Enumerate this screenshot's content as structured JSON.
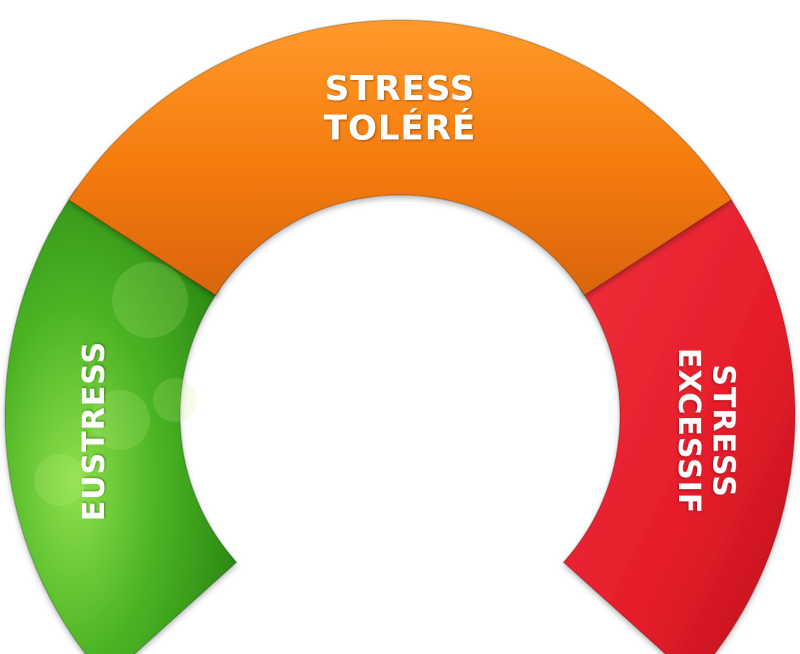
{
  "gauge": {
    "segments": [
      {
        "id": "green",
        "lines": [
          "EUSTRESS"
        ],
        "color": "#3fae1c"
      },
      {
        "id": "orange",
        "lines": [
          "STRESS",
          "TOLÉRÉ"
        ],
        "color": "#f47a0c"
      },
      {
        "id": "red",
        "lines": [
          "STRESS",
          "EXCESSIF"
        ],
        "color": "#e51d2a"
      }
    ]
  }
}
